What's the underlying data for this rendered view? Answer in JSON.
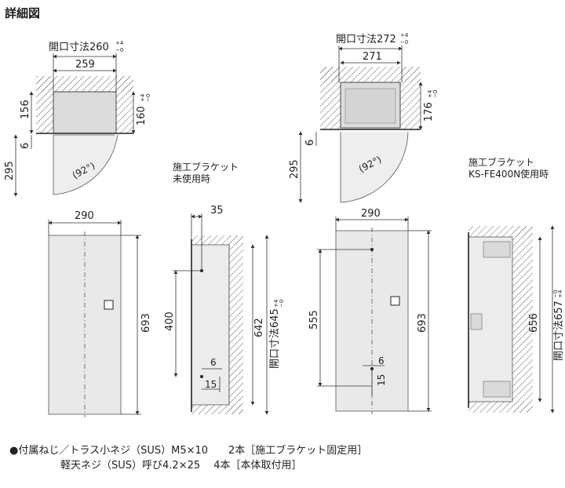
{
  "title": "詳細図",
  "captions": {
    "bracket_unused": [
      "施工ブラケット",
      "未使用時"
    ],
    "bracket_used": [
      "施工ブラケット",
      "KS-FE400N使用時"
    ]
  },
  "notes": {
    "line1": "●付属ねじ／トラス小ネジ（SUS）M5×10　　2本［施工ブラケット固定用］",
    "line2": "　　　　　軽天ネジ（SUS）呼び4.2×25　 4本［本体取付用］"
  },
  "top_left": {
    "opening": "開口寸法260",
    "opening_tol_plus": "+4",
    "opening_tol_minus": "−0",
    "width": "259",
    "depth": "156",
    "height_opening": "160",
    "height_tol_plus": "+4",
    "height_tol_minus": "−0",
    "gap": "6",
    "swing": "295",
    "angle": "(92°)"
  },
  "top_right": {
    "opening": "開口寸法272",
    "opening_tol_plus": "+4",
    "opening_tol_minus": "−0",
    "width": "271",
    "height_opening": "176",
    "height_tol_plus": "+4",
    "height_tol_minus": "−0",
    "gap": "6",
    "swing": "295",
    "angle": "(92°)"
  },
  "front1": {
    "width": "290",
    "height": "693"
  },
  "side1": {
    "depth": "35",
    "upper": "400",
    "height": "642",
    "opening": "開口寸法645",
    "tol_plus": "+4",
    "tol_minus": "−0",
    "small": "6",
    "bottom": "15"
  },
  "front2": {
    "width": "290",
    "hole": "555",
    "height": "693",
    "small": "6",
    "bottom": "15"
  },
  "side2": {
    "height": "656",
    "opening": "開口寸法657",
    "tol_plus": "+4",
    "tol_minus": "−0"
  }
}
